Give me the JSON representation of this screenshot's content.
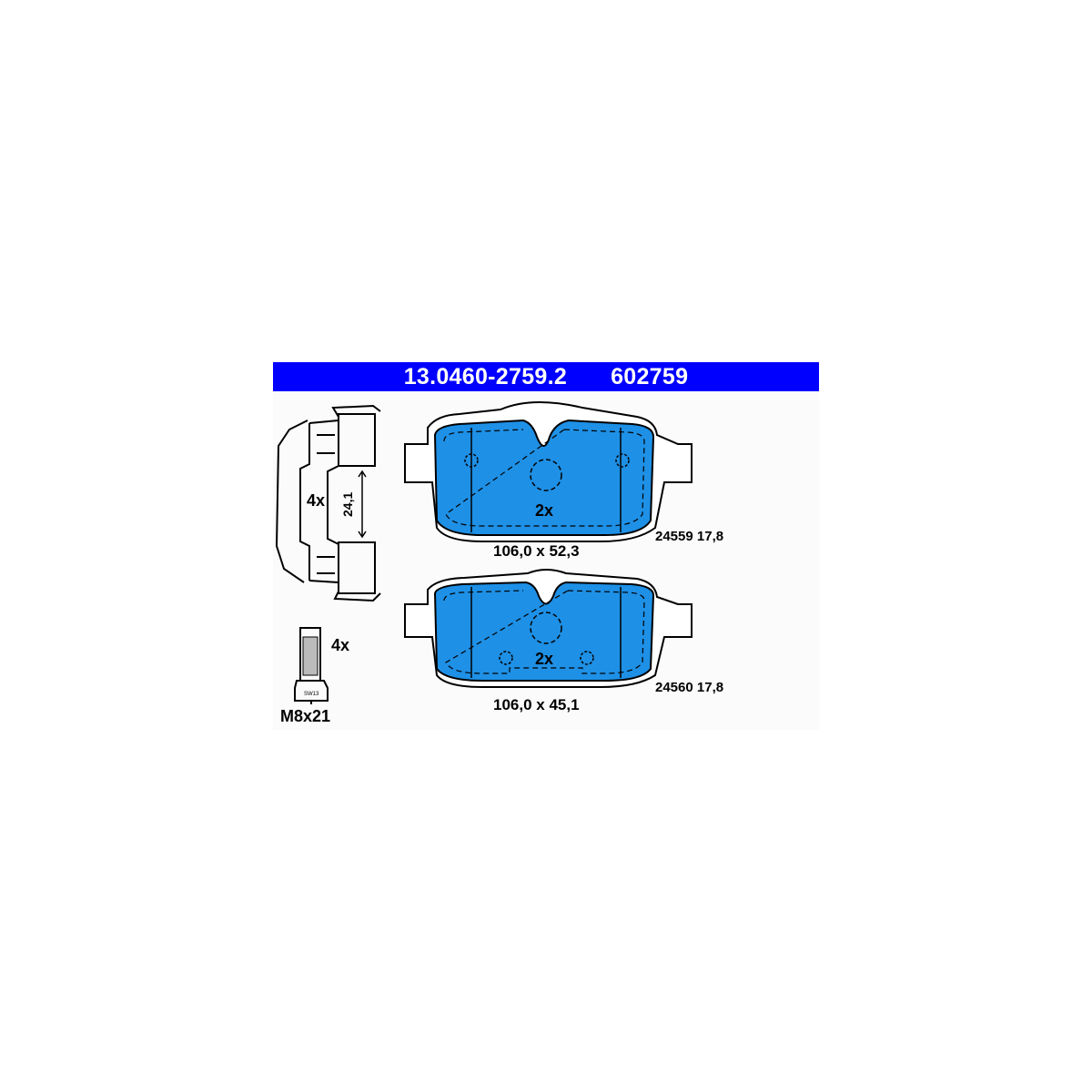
{
  "header": {
    "part_number": "13.0460-2759.2",
    "ref_number": "602759"
  },
  "colors": {
    "header_bg": "#0000ff",
    "header_text": "#ffffff",
    "pad_friction": "#1e90e6",
    "outline": "#000000"
  },
  "clip": {
    "quantity": "4x",
    "dimension": "24,1"
  },
  "bolt": {
    "quantity": "4x",
    "size": "M8x21",
    "wrench": "SW13"
  },
  "pad_top": {
    "quantity": "2x",
    "dimensions": "106,0 x 52,3",
    "wva_thickness": "24559 17,8"
  },
  "pad_bottom": {
    "quantity": "2x",
    "dimensions": "106,0 x 45,1",
    "wva_thickness": "24560 17,8"
  }
}
